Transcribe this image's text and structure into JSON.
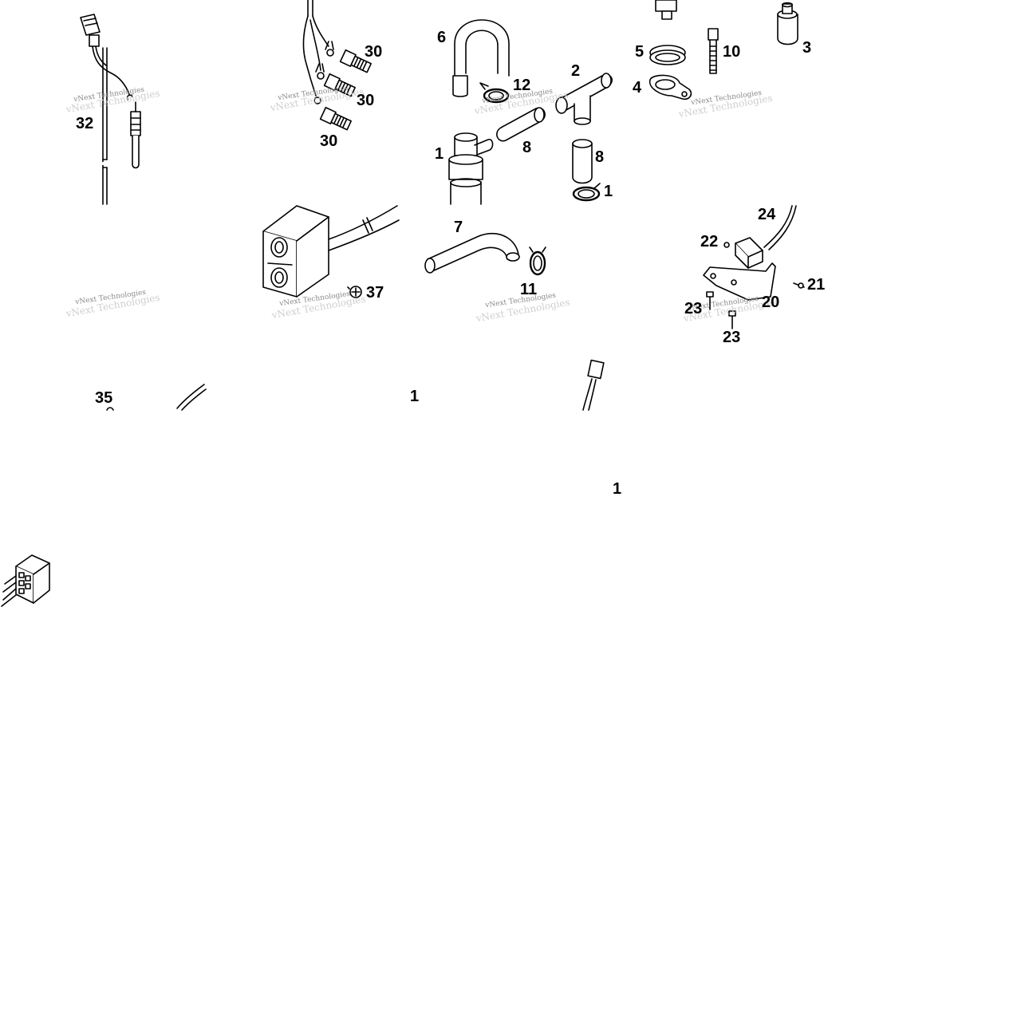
{
  "diagram": {
    "line_color": "#000000",
    "background": "#ffffff",
    "watermark_color": "#8a8a8a",
    "callouts": {
      "c1a": "1",
      "c1b": "1",
      "c1c": "1",
      "c1d": "1",
      "c2": "2",
      "c3": "3",
      "c4": "4",
      "c5": "5",
      "c6": "6",
      "c7": "7",
      "c8a": "8",
      "c8b": "8",
      "c10": "10",
      "c11": "11",
      "c12": "12",
      "c20": "20",
      "c21": "21",
      "c22": "22",
      "c23a": "23",
      "c23b": "23",
      "c24": "24",
      "c30a": "30",
      "c30b": "30",
      "c30c": "30",
      "c32": "32",
      "c35": "35",
      "c37": "37"
    },
    "watermark_text": "vNext Technologies",
    "parts": [
      {
        "id": "connector-4pin",
        "icon": "connector-icon"
      },
      {
        "id": "temperature-sensor",
        "icon": "sensor-icon"
      },
      {
        "id": "wire-harness-rings",
        "icon": "harness-icon"
      },
      {
        "id": "sensor-screws",
        "icon": "screw-icon"
      },
      {
        "id": "u-hose",
        "icon": "hose-icon"
      },
      {
        "id": "hose-clamps",
        "icon": "clamp-icon"
      },
      {
        "id": "tee-fitting",
        "icon": "tee-icon"
      },
      {
        "id": "straight-hoses",
        "icon": "hose-icon"
      },
      {
        "id": "elbow-fitting",
        "icon": "fitting-icon"
      },
      {
        "id": "bent-hose",
        "icon": "hose-icon"
      },
      {
        "id": "switch-block",
        "icon": "switch-icon"
      },
      {
        "id": "bracket-assembly",
        "icon": "bracket-icon"
      },
      {
        "id": "multi-pin-connector",
        "icon": "connector-icon"
      }
    ]
  }
}
